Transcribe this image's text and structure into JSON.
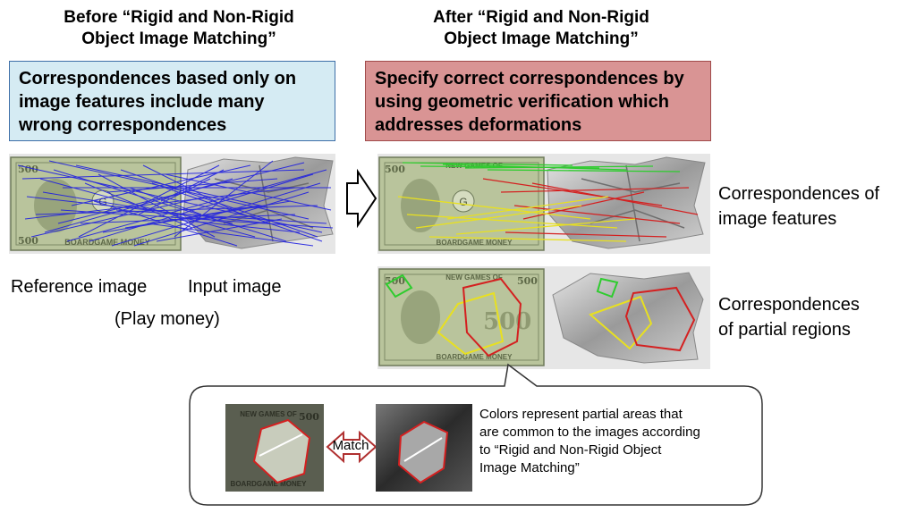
{
  "left_heading": {
    "line1": "Before “Rigid and Non-Rigid",
    "line2": "Object Image Matching”"
  },
  "right_heading": {
    "line1": "After “Rigid and Non-Rigid",
    "line2": "Object Image Matching”"
  },
  "left_box": {
    "line1": "Correspondences based only on",
    "line2": "image features include many",
    "line3": "wrong correspondences",
    "bg": "#d5ebf3",
    "border": "#3e6fa8"
  },
  "right_box": {
    "line1": "Specify correct correspondences by",
    "line2": "using geometric verification which",
    "line3": "addresses deformations",
    "bg": "#d99494",
    "border": "#a04a4a"
  },
  "labels": {
    "reference_image": "Reference image",
    "input_image": "Input image",
    "play_money": "(Play money)",
    "features_line1": "Correspondences of",
    "features_line2": "image features",
    "regions_line1": "Correspondences",
    "regions_line2": "of partial regions"
  },
  "banknote": {
    "denomination": "500",
    "top_text": "NEW GAMES OF",
    "bottom_text": "BOARDGAME MONEY",
    "seal_letter": "G"
  },
  "callout": {
    "match_label": "Match",
    "text_line1": "Colors represent partial areas that",
    "text_line2": "are common to the images according",
    "text_line3": "to “Rigid and Non-Rigid Object",
    "text_line4": "Image Matching”"
  },
  "colors": {
    "blue_lines": "#1f1fe0",
    "green_lines": "#2ecc2e",
    "yellow_lines": "#e8e020",
    "red_lines": "#d42020",
    "bill": "#b9c49c",
    "arrow_outline": "#000000",
    "match_arrow": "#b03030"
  },
  "icons": {
    "process_arrow": "right-arrow-outline-icon",
    "match_arrow": "double-arrow-icon"
  }
}
